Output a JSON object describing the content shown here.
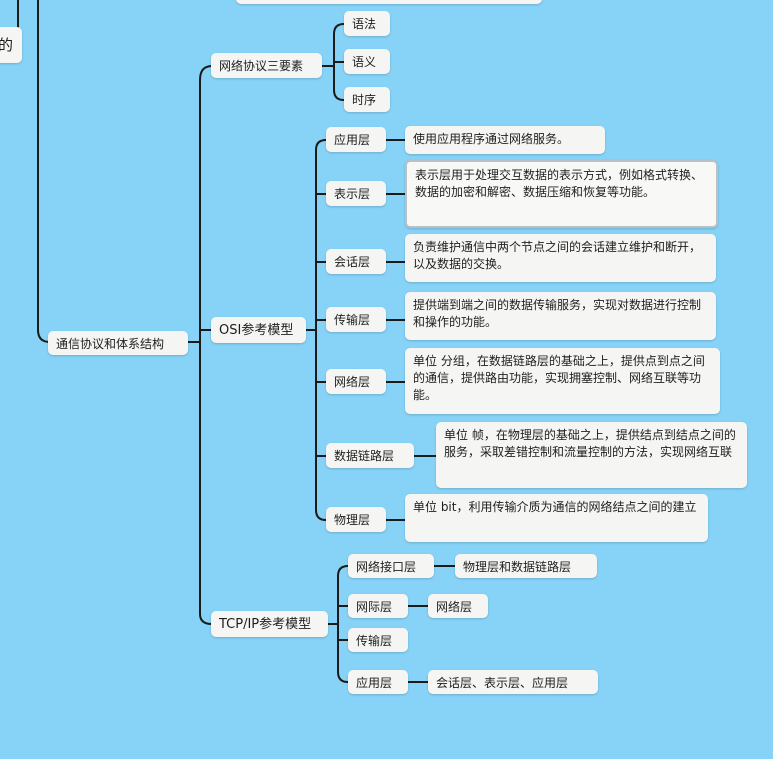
{
  "mindmap": {
    "left_fragment": "的",
    "root": "通信协议和体系结构",
    "elements": {
      "label": "网络协议三要素",
      "items": [
        "语法",
        "语义",
        "时序"
      ]
    },
    "osi": {
      "label": "OSI参考模型",
      "layers": [
        {
          "name": "应用层",
          "desc": "使用应用程序通过网络服务。"
        },
        {
          "name": "表示层",
          "desc": "表示层用于处理交互数据的表示方式，例如格式转换、数据的加密和解密、数据压缩和恢复等功能。"
        },
        {
          "name": "会话层",
          "desc": "负责维护通信中两个节点之间的会话建立维护和断开，以及数据的交换。"
        },
        {
          "name": "传输层",
          "desc": "提供端到端之间的数据传输服务，实现对数据进行控制和操作的功能。"
        },
        {
          "name": "网络层",
          "desc": "单位 分组，在数据链路层的基础之上，提供点到点之间的通信，提供路由功能，实现拥塞控制、网络互联等功能。"
        },
        {
          "name": "数据链路层",
          "desc": "单位 帧，在物理层的基础之上，提供结点到结点之间的服务，采取差错控制和流量控制的方法，实现网络互联"
        },
        {
          "name": "物理层",
          "desc": "单位 bit，利用传输介质为通信的网络结点之间的建立"
        }
      ]
    },
    "tcpip": {
      "label": "TCP/IP参考模型",
      "layers": [
        {
          "name": "网络接口层",
          "maps_to": "物理层和数据链路层"
        },
        {
          "name": "网际层",
          "maps_to": "网络层"
        },
        {
          "name": "传输层",
          "maps_to": ""
        },
        {
          "name": "应用层",
          "maps_to": "会话层、表示层、应用层"
        }
      ]
    }
  }
}
